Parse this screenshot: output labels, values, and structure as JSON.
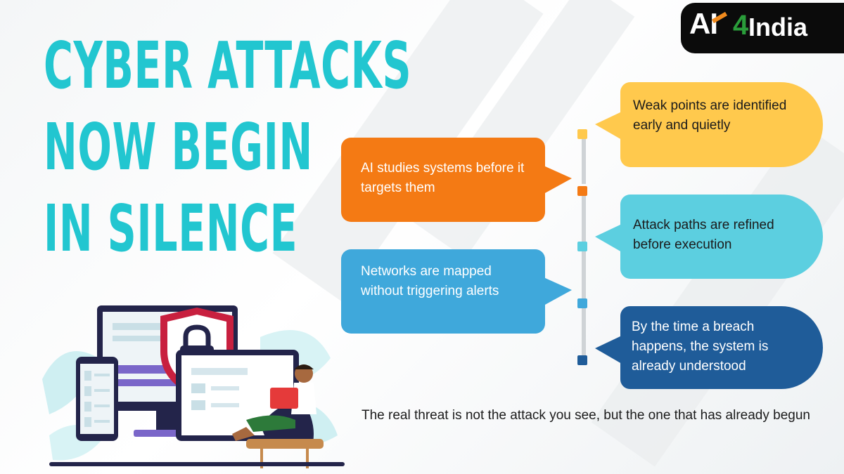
{
  "headline": {
    "line1": "CYBER ATTACKS",
    "line2": "NOW BEGIN",
    "line3": "IN SILENCE"
  },
  "logo": {
    "text": "AI4India"
  },
  "steps": [
    {
      "text": "Weak points are identified early and quietly",
      "color": "#ffc94d",
      "side": "right"
    },
    {
      "text": "AI studies systems before it targets them",
      "color": "#f47a14",
      "side": "left"
    },
    {
      "text": "Attack paths are refined before execution",
      "color": "#5ccfe0",
      "side": "right"
    },
    {
      "text": "Networks are mapped without triggering alerts",
      "color": "#3fa8db",
      "side": "left"
    },
    {
      "text": "By the time a breach happens, the system is already understood",
      "color": "#1f5c99",
      "side": "right"
    }
  ],
  "tagline": "The real threat is not the attack you see, but the one that has already begun",
  "icons": {
    "illustration": "person-with-laptop-and-secure-devices",
    "lock": "lock-icon",
    "shield": "shield-icon"
  },
  "colors": {
    "headline": "#22c6d0",
    "orange": "#f47a14",
    "yellow": "#ffc94d",
    "light_blue": "#5ccfe0",
    "mid_blue": "#3fa8db",
    "dark_blue": "#1f5c99"
  }
}
